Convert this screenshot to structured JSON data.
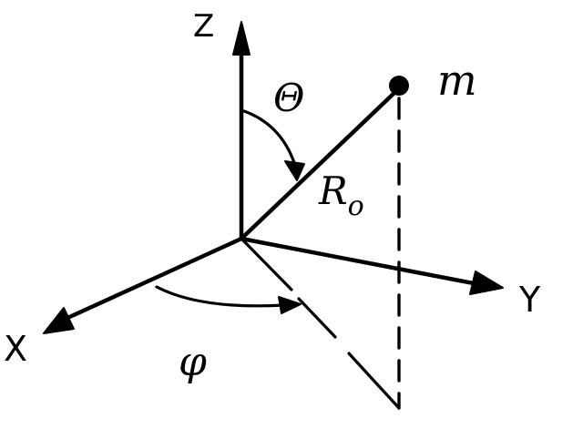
{
  "labels": {
    "z_axis": "Z",
    "y_axis": "Y",
    "x_axis": "X",
    "theta": "Θ",
    "phi": "φ",
    "mass": "m",
    "radius_main": "R",
    "radius_sub": "o"
  }
}
